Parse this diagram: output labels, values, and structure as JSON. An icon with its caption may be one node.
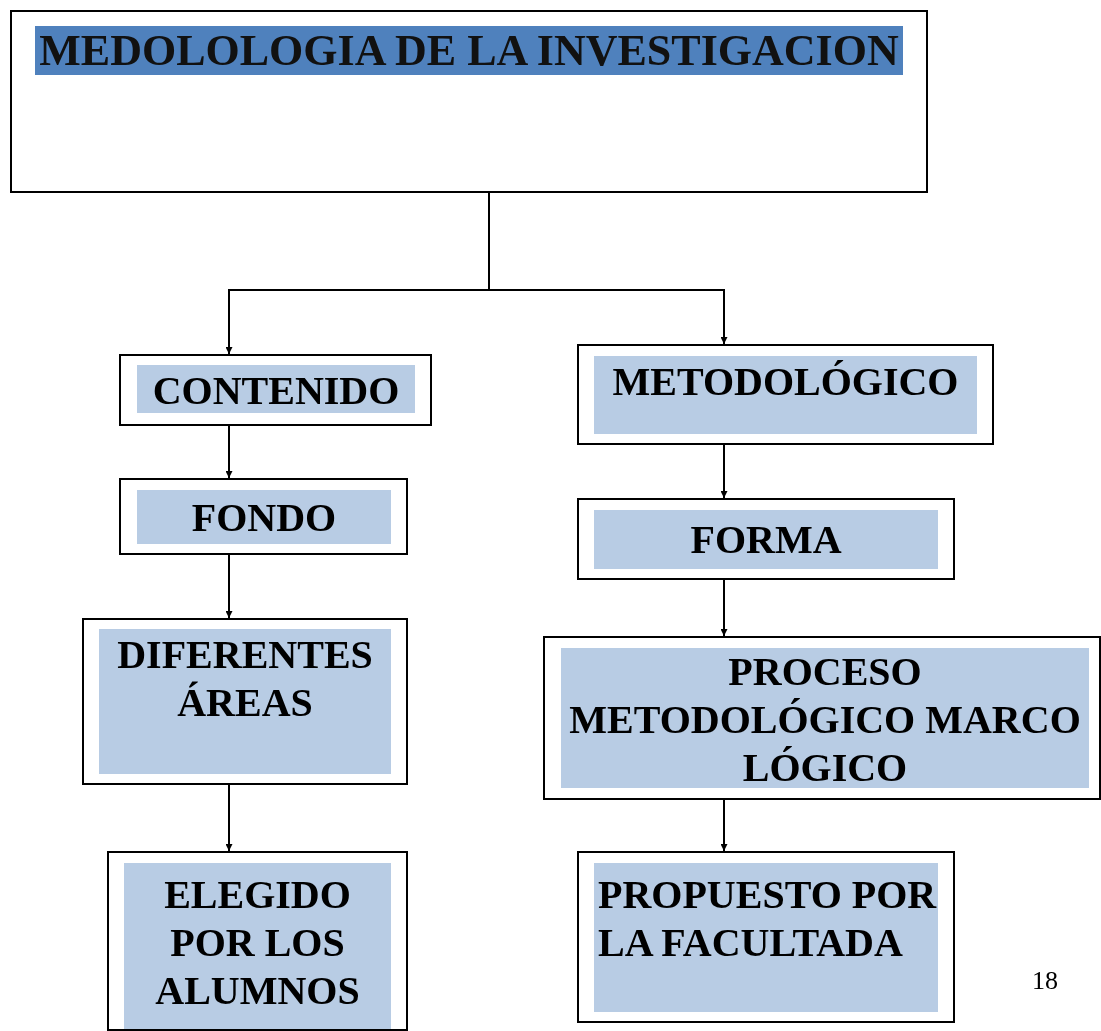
{
  "diagram": {
    "nodes": [
      {
        "text": [
          "MEDOLOLOGIA  DE LA INVESTIGACION"
        ]
      },
      {
        "text": [
          "CONTENIDO"
        ]
      },
      {
        "text": [
          "METODOLÓGICO"
        ]
      },
      {
        "text": [
          "FONDO"
        ]
      },
      {
        "text": [
          "FORMA"
        ]
      },
      {
        "text": [
          "DIFERENTES ÁREAS"
        ]
      },
      {
        "text": [
          "PROCESO METODOLÓGICO MARCO LÓGICO"
        ]
      },
      {
        "text": [
          "ELEGIDO POR LOS ALUMNOS"
        ]
      },
      {
        "text": [
          "PROPUESTO POR LA FACULTADA"
        ]
      }
    ],
    "edges": [
      {
        "from": 0,
        "to": 1,
        "arrow": "to"
      },
      {
        "from": 0,
        "to": 2,
        "arrow": "to"
      },
      {
        "from": 1,
        "to": 3,
        "arrow": "to"
      },
      {
        "from": 3,
        "to": 5,
        "arrow": "to"
      },
      {
        "from": 5,
        "to": 7,
        "arrow": "to"
      },
      {
        "from": 2,
        "to": 4,
        "arrow": "to"
      },
      {
        "from": 4,
        "to": 6,
        "arrow": "to"
      },
      {
        "from": 6,
        "to": 8,
        "arrow": "to"
      }
    ],
    "labels": [
      "18"
    ]
  }
}
